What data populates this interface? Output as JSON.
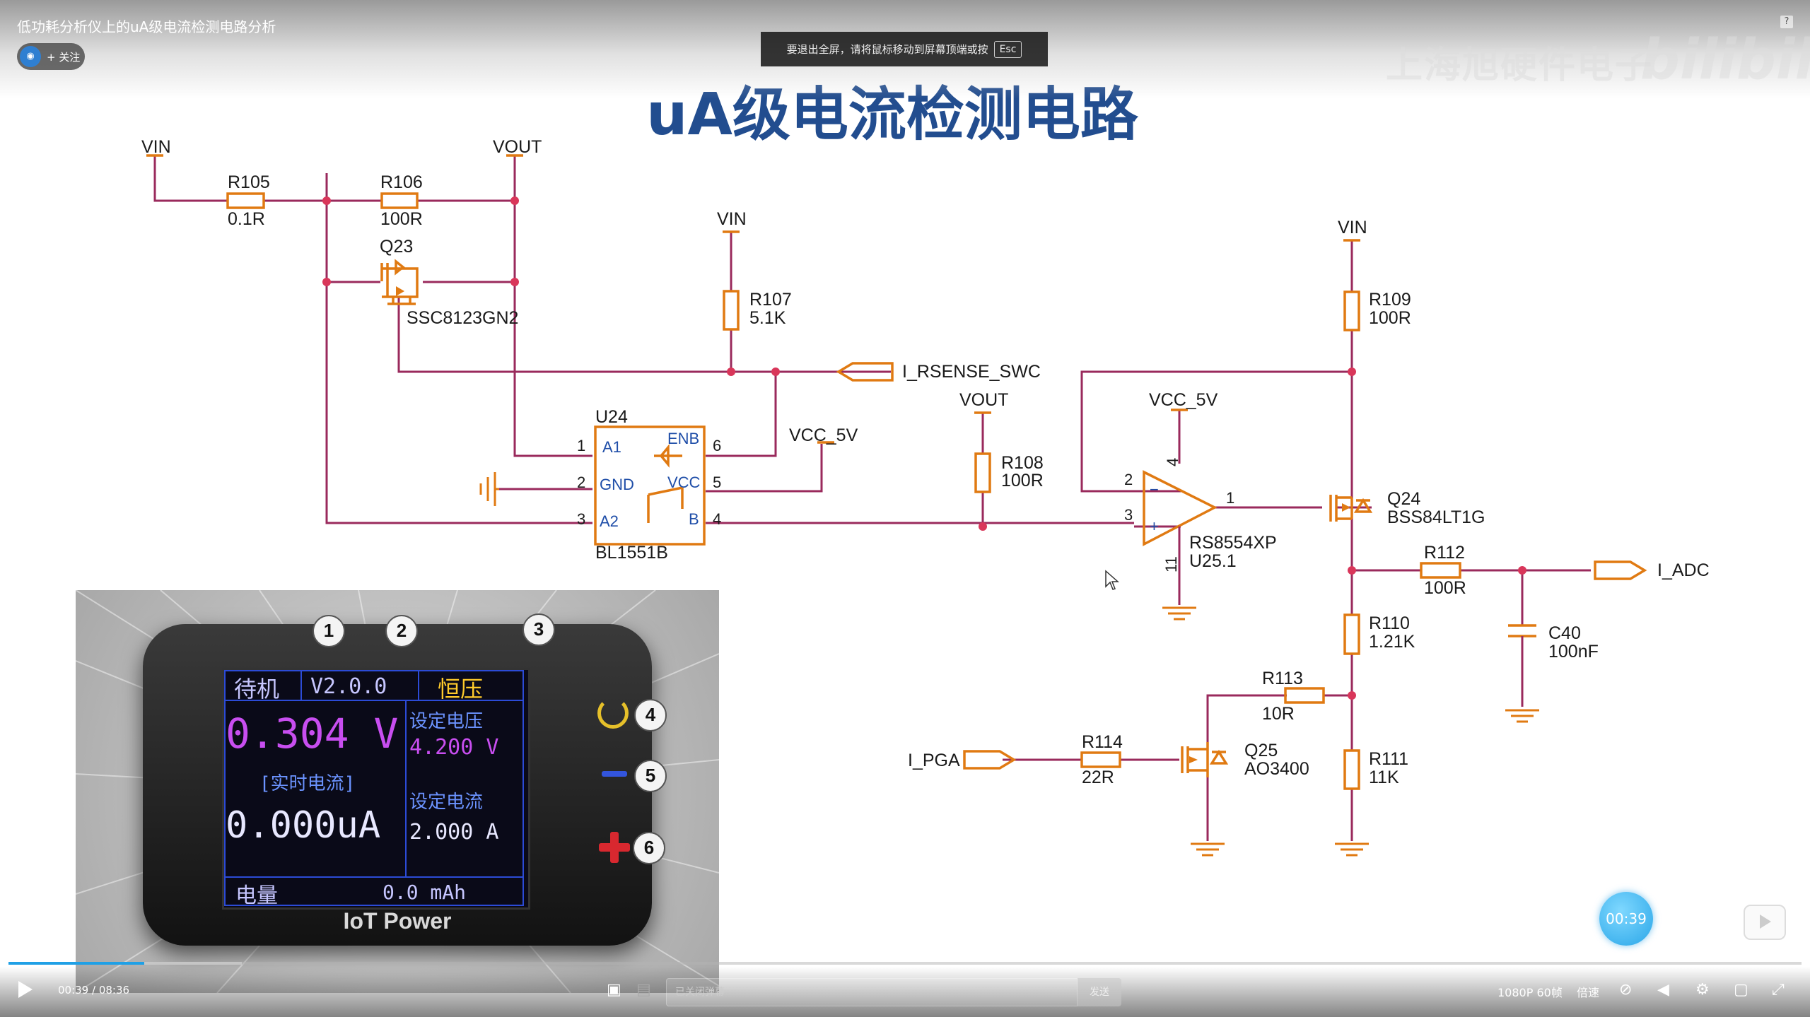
{
  "player": {
    "video_title": "低功耗分析仪上的uA级电流检测电路分析",
    "follow_label": "+ 关注",
    "esc_tip": "要退出全屏，请将鼠标移动到屏幕顶端或按",
    "esc_key": "Esc",
    "help": "?",
    "watermark": "上海旭硬件电子",
    "watermark_logo": "bilibili",
    "current_time": "00:39",
    "duration": "08:36",
    "progress_fraction": 0.0756,
    "buffer_fraction": 0.13,
    "danmaku_placeholder": "已关闭弹幕",
    "send_label": "发送",
    "quality": "1080P 60帧",
    "speed": "倍速",
    "timer_bubble": "00:39",
    "accent": "#1fa0e6",
    "icons": [
      "play-icon",
      "danmaku-toggle-icon",
      "danmaku-settings-icon",
      "subtitle-icon",
      "volume-icon",
      "settings-icon",
      "pip-icon",
      "fullscreen-icon"
    ]
  },
  "slide": {
    "title": "uA级电流检测电路",
    "labels": {
      "vin1": "VIN",
      "vout1": "VOUT",
      "r105": "R105",
      "r105v": "0.1R",
      "r106": "R106",
      "r106v": "100R",
      "q23": "Q23",
      "q23p": "SSC8123GN2",
      "vin2": "VIN",
      "r107": "R107",
      "r107v": "5.1K",
      "irsense": "I_RSENSE_SWC",
      "u24": "U24",
      "bl1551": "BL1551B",
      "vcc5v1": "VCC_5V",
      "vout2": "VOUT",
      "r108": "R108",
      "r108v": "100R",
      "vcc5v2": "VCC_5V",
      "rs8554": "RS8554XP",
      "u251": "U25.1",
      "vin3": "VIN",
      "r109": "R109",
      "r109v": "100R",
      "q24": "Q24",
      "q24p": "BSS84LT1G",
      "r112": "R112",
      "r112v": "100R",
      "iadc": "I_ADC",
      "r110": "R110",
      "r110v": "1.21K",
      "c40": "C40",
      "c40v": "100nF",
      "r113": "R113",
      "r113v": "10R",
      "r114": "R114",
      "r114v": "22R",
      "ipga": "I_PGA",
      "q25": "Q25",
      "q25p": "AO3400",
      "r111": "R111",
      "r111v": "11K"
    },
    "u24_pins": {
      "a1": "A1",
      "gnd": "GND",
      "a2": "A2",
      "enb": "ENB",
      "vcc": "VCC",
      "b": "B",
      "n1": "1",
      "n2": "2",
      "n3": "3",
      "n6": "6",
      "n5": "5",
      "n4": "4"
    },
    "opamp_pins": {
      "n2": "2",
      "n3": "3",
      "n1": "1",
      "n4": "4",
      "n11": "11",
      "minus": "−",
      "plus": "+"
    }
  },
  "device": {
    "status": "待机",
    "version": "V2.0.0",
    "mode": "恒压",
    "voltage": "0.304 V",
    "set_voltage_label": "设定电压",
    "set_voltage": "4.200 V",
    "realtime_label": "[实时电流]",
    "current": "0.000uA",
    "set_current_label": "设定电流",
    "set_current": "2.000 A",
    "energy_label": "电量",
    "energy": "0.0 mAh",
    "brand": "IoT Power",
    "callouts": [
      "1",
      "2",
      "3",
      "4",
      "5",
      "6"
    ]
  }
}
